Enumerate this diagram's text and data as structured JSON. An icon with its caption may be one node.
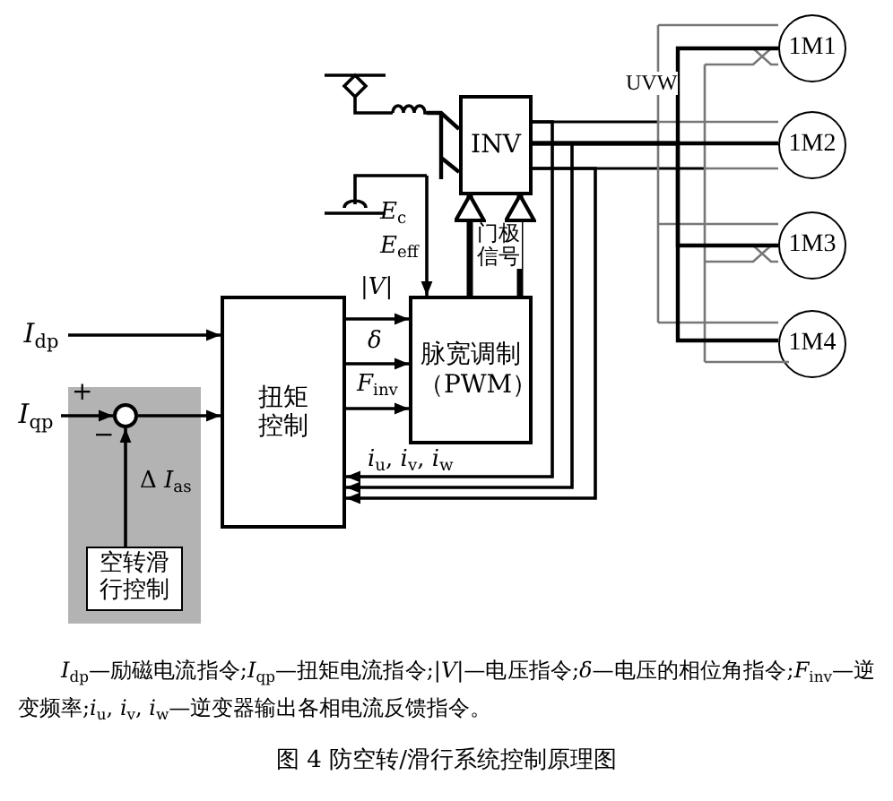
{
  "diagram": {
    "caption": "图 4  防空转/滑行系统控制原理图",
    "nodes": [
      {
        "text": [
          "扭矩控制"
        ]
      },
      {
        "text": [
          "脉宽调制（PWM）"
        ]
      },
      {
        "text": [
          "INV"
        ]
      },
      {
        "text": [
          "1M1"
        ]
      },
      {
        "text": [
          "1M2"
        ]
      },
      {
        "text": [
          "1M3"
        ]
      },
      {
        "text": [
          "1M4"
        ]
      },
      {
        "text": [],
        "shape": "box"
      },
      {
        "text": [],
        "shape": "circle",
        "in": 7
      },
      {
        "text": [
          "空转滑行控制"
        ],
        "in": 7
      },
      {
        "text": [
          "*I*$_{dp}$"
        ]
      },
      {
        "text": [
          "*I*$_{qp}$"
        ]
      },
      {
        "text": [],
        "shape": "picture"
      }
    ],
    "edges": [
      {
        "from": 10,
        "to": 0,
        "arrow": "to"
      },
      {
        "from": 11,
        "to": 8,
        "arrow": "to"
      },
      {
        "from": 8,
        "to": 0,
        "arrow": "to"
      },
      {
        "from": 9,
        "to": 8,
        "arrow": "to",
        "label": "Δ *I*$_{as}$"
      },
      {
        "from": 0,
        "to": 1,
        "arrow": "to",
        "label": "|*V*|"
      },
      {
        "from": 0,
        "to": 1,
        "arrow": "to",
        "label": "*δ*"
      },
      {
        "from": 0,
        "to": 1,
        "arrow": "to",
        "label": "*F*$_{inv}$"
      },
      {
        "from": 1,
        "to": 2,
        "arrow": "to",
        "style": "thick",
        "label": "门极信号"
      },
      {
        "from": 1,
        "to": 2,
        "arrow": "to",
        "style": "thick"
      },
      {
        "from": 12,
        "to": 1,
        "arrow": "to"
      },
      {
        "from": 12,
        "to": 2,
        "arrow": "none"
      },
      {
        "from": 2,
        "to": 3,
        "arrow": "none"
      },
      {
        "from": 2,
        "to": 4,
        "arrow": "none"
      },
      {
        "from": 2,
        "to": 5,
        "arrow": "none"
      },
      {
        "from": 2,
        "to": 6,
        "arrow": "none"
      },
      {
        "from": 2,
        "to": 0,
        "arrow": "to",
        "label": "*i*$_{u}$, *i*$_{v}$, *i*$_{w}$"
      },
      {
        "from": 2,
        "to": 0,
        "arrow": "to"
      },
      {
        "from": 2,
        "to": 0,
        "arrow": "to"
      }
    ],
    "labels": [
      "+",
      "−",
      "*E*$_{c}$",
      "*E*$_{eff}$",
      "UVW",
      "*I*$_{dp}$—励磁电流指令;*I*$_{qp}$—扭矩电流指令;|*V*|—电压指令;*δ*—电压的相位角指令;*F*$_{inv}$—逆变频率;*i*$_{u}$, *i*$_{v}$, *i*$_{w}$—逆变器输出各相电流反馈指令。"
    ]
  }
}
